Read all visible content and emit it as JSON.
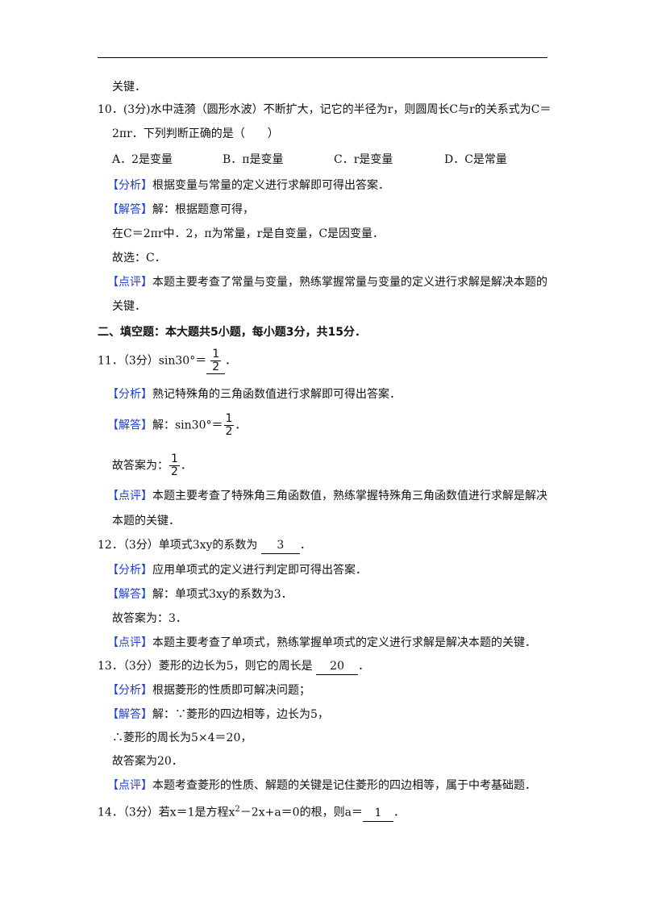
{
  "l01": "关键．",
  "q10_line1": "10．(3分)水中涟漪（圆形水波）不断扩大，记它的半径为r，则圆周长C与r的关系式为C＝",
  "q10_line2": "2πr．下列判断正确的是（　　）",
  "q10_optA": "A．2是变量",
  "q10_optB": "B．π是变量",
  "q10_optC": "C．r是变量",
  "q10_optD": "D．C是常量",
  "tag_analysis": "【分析】",
  "tag_solution": "【解答】",
  "tag_comment": "【点评】",
  "q10_analysis": "根据变量与常量的定义进行求解即可得出答案．",
  "q10_solution": "解：根据题意可得，",
  "q10_sol2": "在C＝2πr中．2，π为常量，r是自变量，C是因变量．",
  "q10_sol3": "故选：C．",
  "q10_comment1": "本题主要考查了常量与变量，熟练掌握常量与变量的定义进行求解是解决本题的",
  "q10_comment2": "关键．",
  "section2": "二、填空题：本大题共5小题，每小题3分，共15分．",
  "q11_prefix": "11．（3分）sin30°＝",
  "frac_num": "1",
  "frac_den": "2",
  "period": "．",
  "q11_analysis": "熟记特殊角的三角函数值进行求解即可得出答案．",
  "q11_sol_prefix": "解：sin30°＝",
  "q11_final_prefix": "故答案为：",
  "q11_comment1": "本题主要考查了特殊角三角函数值，熟练掌握特殊角三角函数值进行求解是解决",
  "q11_comment2": "本题的关键．",
  "q12_prefix": "12．（3分）单项式3xy的系数为",
  "q12_answer": "3",
  "q12_analysis": "应用单项式的定义进行判定即可得出答案．",
  "q12_solution": "解：单项式3xy的系数为3．",
  "q12_final": "故答案为：3．",
  "q12_comment": "本题主要考查了单项式，熟练掌握单项式的定义进行求解是解决本题的关键．",
  "q13_prefix": "13．（3分）菱形的边长为5，则它的周长是",
  "q13_answer": "20",
  "q13_analysis": "根据菱形的性质即可解决问题；",
  "q13_solution": "解：∵菱形的四边相等，边长为5，",
  "q13_sol2": "∴菱形的周长为5×4＝20，",
  "q13_final": "故答案为20．",
  "q13_comment": "本题考查菱形的性质、解题的关键是记住菱形的四边相等，属于中考基础题．",
  "q14_prefix": "14．（3分）若x＝1是方程x",
  "q14_sup": "2",
  "q14_mid": "－2x+a＝0的根，则a＝",
  "q14_answer": "1"
}
